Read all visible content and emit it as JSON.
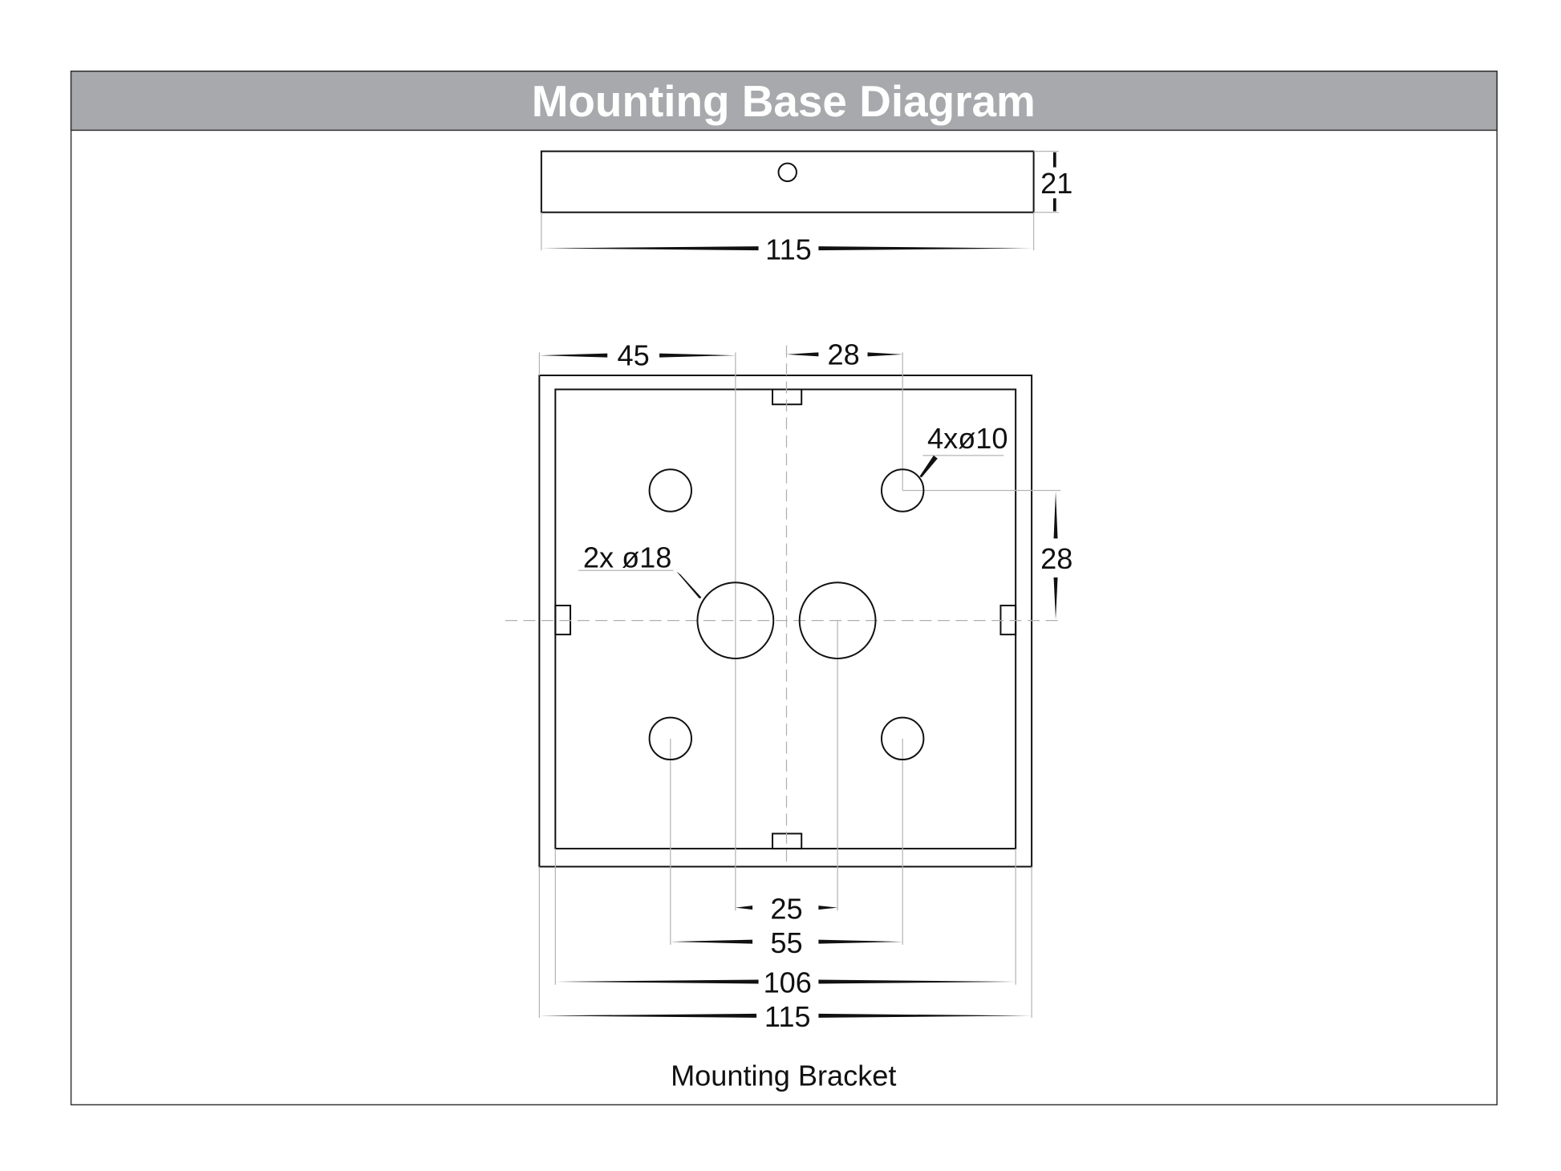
{
  "header": {
    "title": "Mounting Base Diagram",
    "background": "#a7a9ac",
    "color": "#ffffff"
  },
  "side_view": {
    "height_label": "21",
    "width_label": "115"
  },
  "plan_view": {
    "dim_45": "45",
    "dim_28_top": "28",
    "dim_28_right": "28",
    "small_holes_label": "4xø10",
    "large_holes_label": "2x ø18",
    "dim_25": "25",
    "dim_55": "55",
    "dim_106": "106",
    "dim_115": "115"
  },
  "caption": "Mounting Bracket"
}
